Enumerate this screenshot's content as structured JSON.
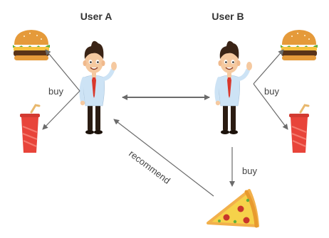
{
  "users": [
    {
      "id": "a",
      "label": "User A"
    },
    {
      "id": "b",
      "label": "User B"
    }
  ],
  "edges": {
    "buy_a": "buy",
    "buy_b": "buy",
    "buy_pizza": "buy",
    "recommend": "recommend"
  },
  "colors": {
    "arrow": "#6b6b6b",
    "shirt": "#cde3f5",
    "tie": "#d9382c",
    "hair": "#3a2416",
    "skin": "#f5c9a0",
    "pants": "#2b1c12",
    "bun": "#e59a3a",
    "patty": "#5a3318",
    "lettuce": "#5fae3c",
    "cup": "#e8443a",
    "straw": "#e8b86d",
    "pizza_crust": "#f2b04b",
    "pizza_cheese": "#f6d24a",
    "pepperoni": "#c8362b"
  },
  "icons": [
    "burger-icon",
    "drink-cup-icon",
    "pizza-icon",
    "person-icon"
  ]
}
